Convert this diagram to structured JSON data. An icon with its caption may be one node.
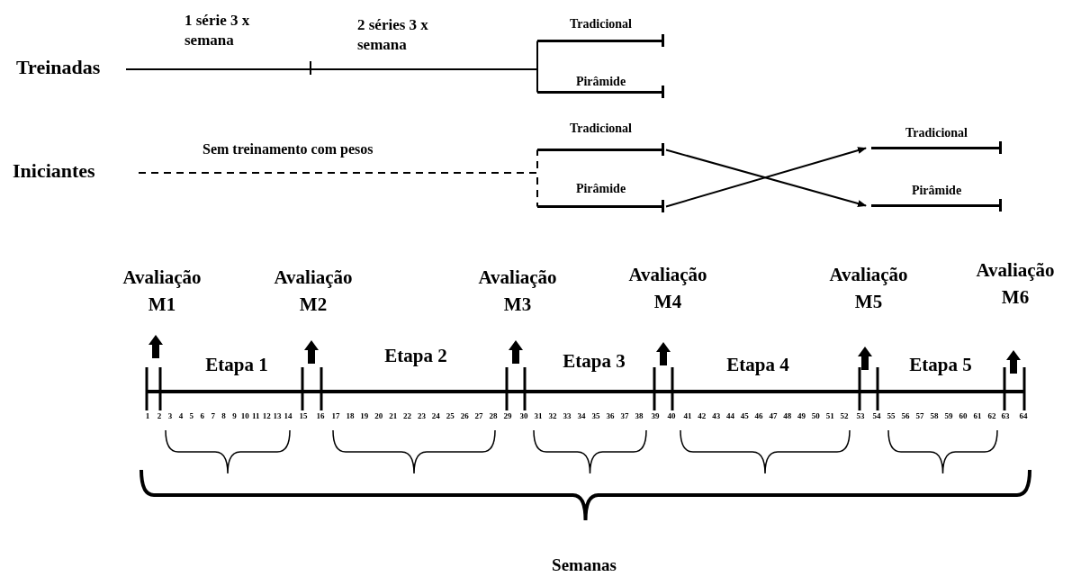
{
  "diagram": {
    "nodes": [
      {
        "text": [
          "Treinadas"
        ]
      },
      {
        "text": [
          "Tradicional"
        ]
      },
      {
        "text": [
          "Pirâmide"
        ]
      },
      {
        "text": [
          "Iniciantes"
        ]
      },
      {
        "text": [
          "Tradicional"
        ]
      },
      {
        "text": [
          "Pirâmide"
        ]
      },
      {
        "text": [
          "Tradicional"
        ]
      },
      {
        "text": [
          "Pirâmide"
        ]
      }
    ],
    "edges": [
      {
        "from": 0,
        "to": 1,
        "arrow": "none"
      },
      {
        "from": 0,
        "to": 2,
        "arrow": "none"
      },
      {
        "from": 3,
        "to": 4,
        "arrow": "none",
        "style": "dashed"
      },
      {
        "from": 3,
        "to": 5,
        "arrow": "none",
        "style": "dashed"
      },
      {
        "from": 4,
        "to": 7,
        "arrow": "to"
      },
      {
        "from": 5,
        "to": 6,
        "arrow": "to"
      }
    ],
    "labels": [
      "1 série 3 x semana",
      "2 séries 3 x semana",
      "Sem treinamento com pesos",
      "Avaliação M1",
      "Avaliação M2",
      "Avaliação M3",
      "Avaliação M4",
      "Avaliação M5",
      "Avaliação M6",
      "Etapa 1",
      "Etapa 2",
      "Etapa 3",
      "Etapa 4",
      "Etapa 5",
      "1",
      "2",
      "3",
      "4",
      "5",
      "6",
      "7",
      "8",
      "9",
      "10",
      "11",
      "12",
      "13",
      "14",
      "15",
      "16",
      "17",
      "18",
      "19",
      "20",
      "21",
      "22",
      "23",
      "24",
      "25",
      "26",
      "27",
      "28",
      "29",
      "30",
      "31",
      "32",
      "33",
      "34",
      "35",
      "36",
      "37",
      "38",
      "39",
      "40",
      "41",
      "42",
      "43",
      "44",
      "45",
      "46",
      "47",
      "48",
      "49",
      "50",
      "51",
      "52",
      "53",
      "54",
      "55",
      "56",
      "57",
      "58",
      "59",
      "60",
      "61",
      "62",
      "63",
      "64",
      "Semanas"
    ]
  }
}
